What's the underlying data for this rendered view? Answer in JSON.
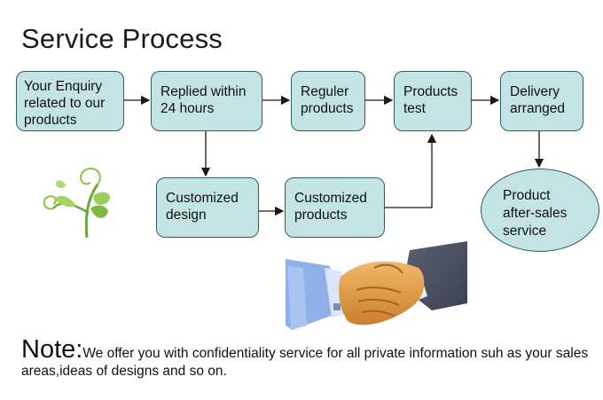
{
  "title": "Service Process",
  "steps": {
    "enquiry": "Your Enquiry related to our products",
    "replied": "Replied within 24 hours",
    "reguler": "Reguler products",
    "test": "Products test",
    "delivery": "Delivery arranged",
    "custom_design": "Customized design",
    "custom_products": "Customized products",
    "after_sales": "Product after-sales service"
  },
  "note": {
    "label": "Note:",
    "text": "We offer you with confidentiality service for all private information suh as your sales areas,ideas of designs and so on."
  },
  "colors": {
    "box_fill": "#c3e4e2",
    "box_border": "#2e5e64",
    "arrow": "#1a1a1a"
  },
  "images": [
    "flower-sprout-icon",
    "handshake-icon"
  ]
}
